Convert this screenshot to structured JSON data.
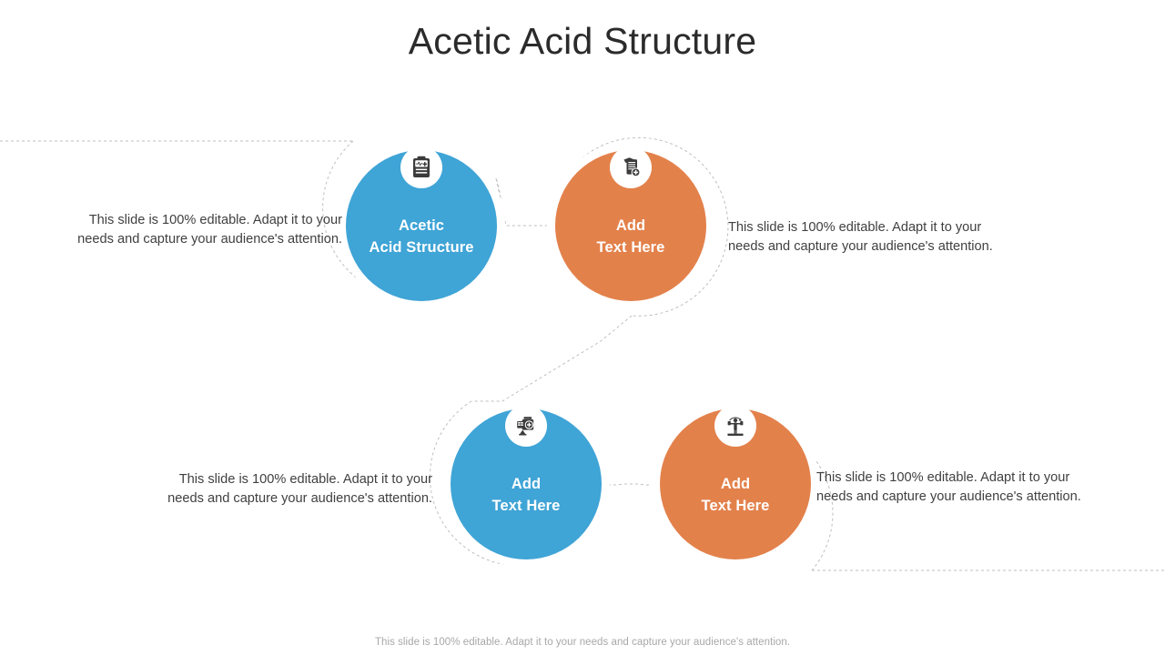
{
  "slide": {
    "title": "Acetic Acid Structure",
    "footer_note": "This slide is 100% editable. Adapt it to your needs and capture your audience's attention.",
    "colors": {
      "blue": "#3FA4D6",
      "orange": "#E3814B",
      "title_text": "#2B2B2B",
      "body_text": "#404040",
      "footer_text": "#A8A8A8",
      "dashed_line": "#BFBFBF",
      "background": "#FFFFFF"
    }
  },
  "nodes": [
    {
      "id": "node-1",
      "color_name": "blue",
      "label_line1": "Acetic",
      "label_line2": "Acid Structure",
      "icon": "medical-clipboard-icon"
    },
    {
      "id": "node-2",
      "color_name": "orange",
      "label_line1": "Add",
      "label_line2": "Text Here",
      "icon": "add-document-icon"
    },
    {
      "id": "node-3",
      "color_name": "blue",
      "label_line1": "Add",
      "label_line2": "Text Here",
      "icon": "medicine-bottle-icon"
    },
    {
      "id": "node-4",
      "color_name": "orange",
      "label_line1": "Add",
      "label_line2": "Text Here",
      "icon": "person-balance-icon"
    }
  ],
  "descriptions": [
    {
      "id": "desc-1",
      "line1": "This slide is 100% editable. Adapt it to your",
      "line2": "needs and capture your audience's attention."
    },
    {
      "id": "desc-2",
      "line1": "This slide is 100% editable. Adapt it to your",
      "line2": "needs and capture your audience's attention."
    },
    {
      "id": "desc-3",
      "line1": "This slide is 100% editable. Adapt it to your",
      "line2": "needs and capture your audience's attention."
    },
    {
      "id": "desc-4",
      "line1": "This slide is 100% editable. Adapt it to your",
      "line2": "needs and capture your audience's attention."
    }
  ]
}
